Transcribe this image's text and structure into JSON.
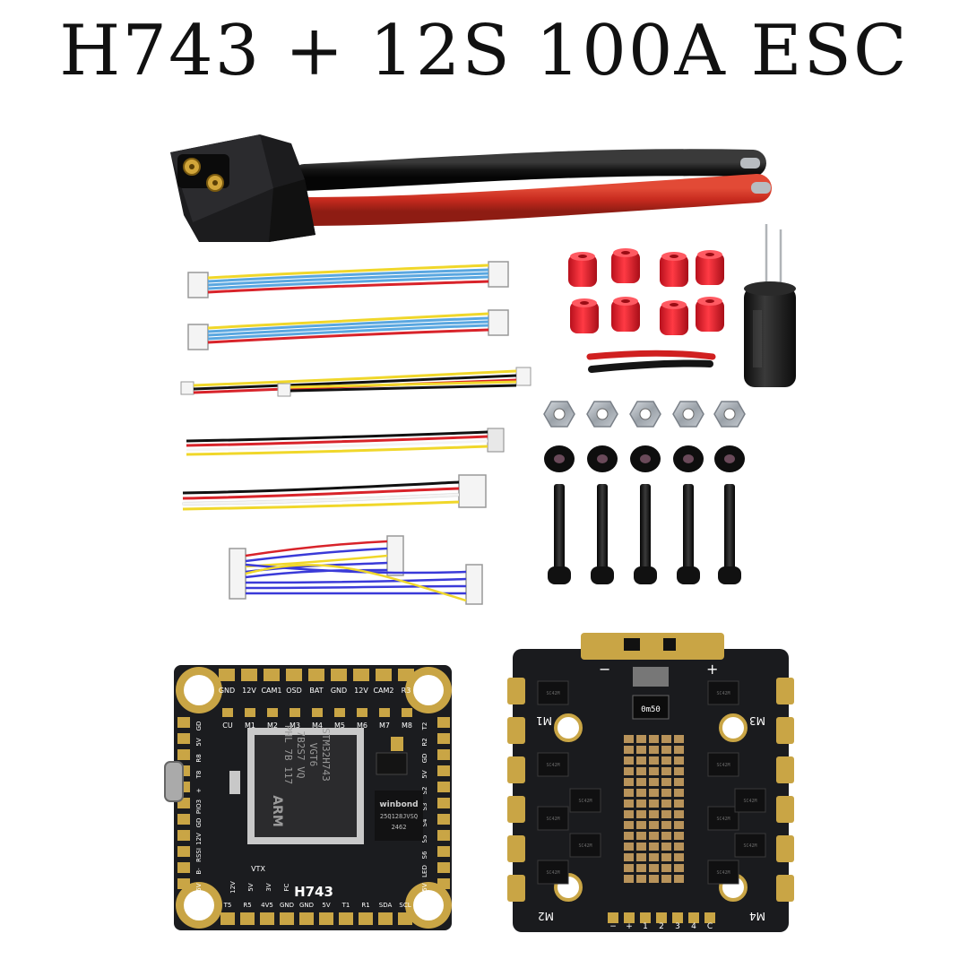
{
  "title": "H743 + 12S 100A ESC",
  "colors": {
    "background": "#ffffff",
    "pcb": "#1b1c1f",
    "gold_pad": "#c9a545",
    "red_wire": "#c62a1e",
    "black_wire": "#141414",
    "standoff_red": "#e5202c"
  },
  "fc_board": {
    "name_label": "H743",
    "top_pads": [
      "GND",
      "12V",
      "CAM1",
      "OSD",
      "BAT",
      "GND",
      "12V",
      "CAM2",
      "R3"
    ],
    "motor_row": [
      "CU",
      "M1",
      "M2",
      "M3",
      "M4",
      "M5",
      "M6",
      "M7",
      "M8"
    ],
    "left_pads": [
      "GD",
      "5V",
      "R8",
      "T8",
      "+",
      "PIO3",
      "GD",
      "12V",
      "RSSI",
      "B-",
      "5V"
    ],
    "right_pads": [
      "T2",
      "R2",
      "GD",
      "5V",
      "S2",
      "S3",
      "S4",
      "S5",
      "S6",
      "LED",
      "5V"
    ],
    "bottom_pads": [
      "T5",
      "R5",
      "4V5",
      "GND",
      "GND",
      "5V",
      "T1",
      "R1",
      "SDA",
      "SCL"
    ],
    "bottom_row2": [
      "12V",
      "5V",
      "3V",
      "FC"
    ],
    "mcu_text": [
      "STM32H743",
      "VGT6",
      "7B2S7 VQ",
      "PHL 7B 117"
    ],
    "flash_text": [
      "winbond",
      "25Q128JVSQ",
      "2462"
    ],
    "arm_label": "ARM",
    "vtx_label": "VTX"
  },
  "esc_board": {
    "motor_labels": [
      "M1",
      "M2",
      "M3",
      "M4"
    ],
    "minus_label": "−",
    "plus_label": "+",
    "shunt_label": "0m50",
    "bottom_pins": [
      "−",
      "+",
      "1",
      "2",
      "3",
      "4",
      "C"
    ],
    "chip_text": "SC42M"
  }
}
